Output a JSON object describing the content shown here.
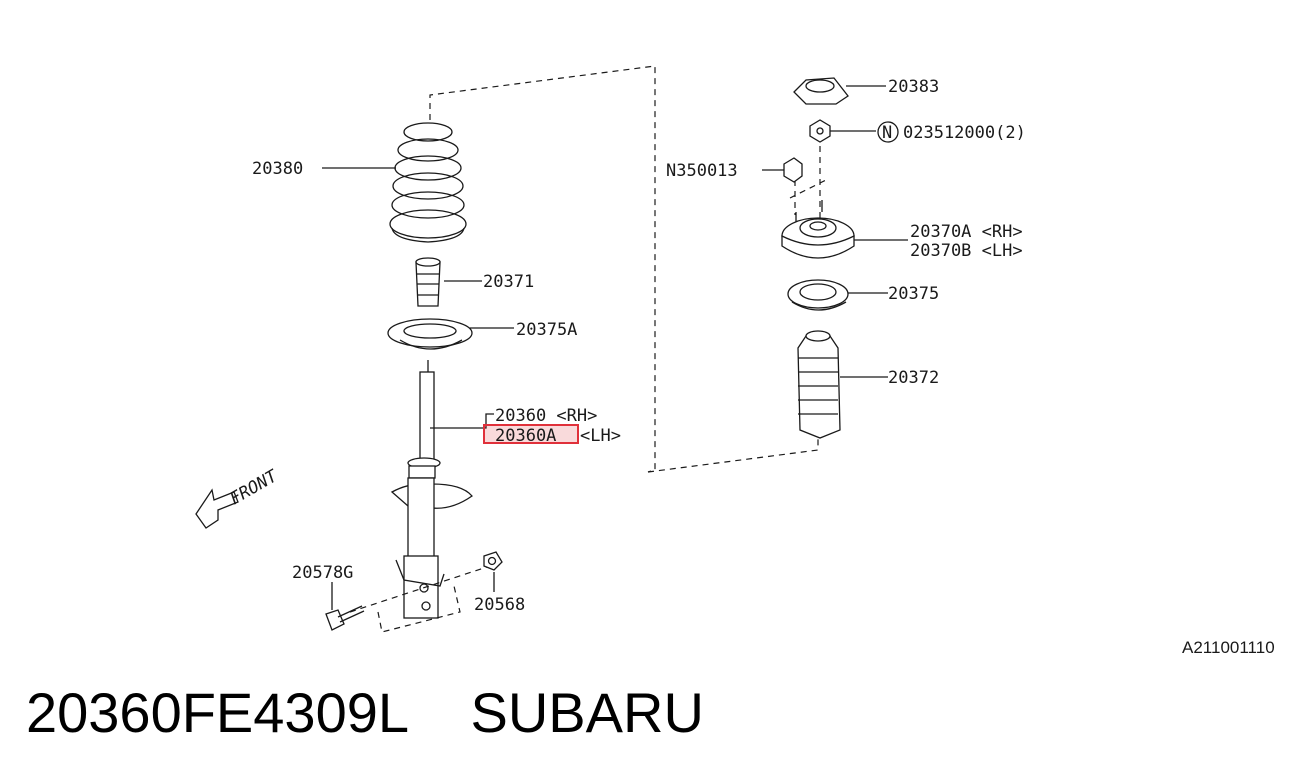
{
  "diagram": {
    "front_label": "FRONT",
    "image_code": "A211001110",
    "highlight_color": "#e0303a",
    "callouts": {
      "c20380": "20380",
      "c20371": "20371",
      "c20375A": "20375A",
      "c20360_rh": "20360 <RH>",
      "c20360A": "20360A",
      "c20360A_lh": "<LH>",
      "c20578G": "20578G",
      "c20568": "20568",
      "c20383": "20383",
      "c_n_circle": "N",
      "c023512000": "023512000(2)",
      "cN350013": "N350013",
      "c20370A": "20370A <RH>",
      "c20370B": "20370B <LH>",
      "c20375": "20375",
      "c20372": "20372"
    }
  },
  "footer": {
    "part_number": "20360FE4309L",
    "brand": "SUBARU"
  }
}
